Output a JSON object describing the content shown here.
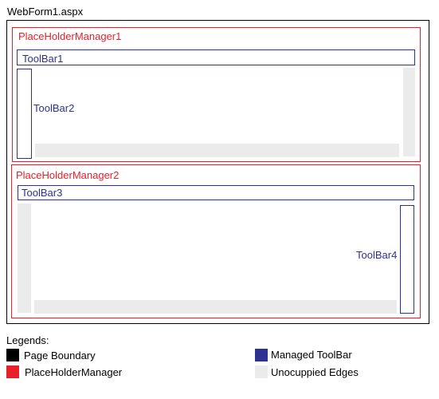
{
  "page": {
    "title": "WebForm1.aspx"
  },
  "managers": {
    "m1": {
      "label": "PlaceHolderManager1",
      "toolbar_top": "ToolBar1",
      "toolbar_left": "ToolBar2"
    },
    "m2": {
      "label": "PlaceHolderManager2",
      "toolbar_top": "ToolBar3",
      "toolbar_right": "ToolBar4"
    }
  },
  "legend": {
    "title": "Legends:",
    "items": [
      {
        "label": "Page Boundary",
        "color": "#000000"
      },
      {
        "label": "PlaceHolderManager",
        "color": "#e8202a"
      },
      {
        "label": "Managed ToolBar",
        "color": "#2e3192"
      },
      {
        "label": "Unocuppied Edges",
        "color": "#ebebeb"
      }
    ]
  }
}
